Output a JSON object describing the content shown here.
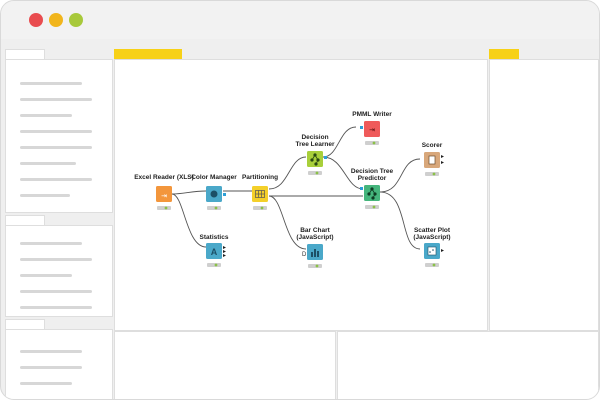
{
  "window": {
    "controls": [
      "close",
      "minimize",
      "maximize"
    ],
    "colors": {
      "close": "#e94c4f",
      "minimize": "#f1b51c",
      "maximize": "#a8c93b",
      "tab_active": "#f7d117"
    }
  },
  "workflow": {
    "nodes": [
      {
        "id": "excel",
        "label_lines": [
          "Excel Reader (XLS)"
        ],
        "color": "#f3963c",
        "icon": "excel-reader-icon"
      },
      {
        "id": "color",
        "label_lines": [
          "Color Manager"
        ],
        "color": "#4aa8c9",
        "icon": "color-manager-icon"
      },
      {
        "id": "part",
        "label_lines": [
          "Partitioning"
        ],
        "color": "#f4d02a",
        "icon": "partitioning-icon"
      },
      {
        "id": "stats",
        "label_lines": [
          "Statistics"
        ],
        "color": "#4aa8c9",
        "icon": "statistics-icon"
      },
      {
        "id": "learner",
        "label_lines": [
          "Decision",
          "Tree Learner"
        ],
        "color": "#a8cf3a",
        "icon": "decision-tree-learner-icon"
      },
      {
        "id": "pmml",
        "label_lines": [
          "PMML Writer"
        ],
        "color": "#ef5a5a",
        "icon": "pmml-writer-icon"
      },
      {
        "id": "predictor",
        "label_lines": [
          "Decision Tree",
          "Predictor"
        ],
        "color": "#45b57c",
        "icon": "decision-tree-predictor-icon"
      },
      {
        "id": "bar",
        "label_lines": [
          "Bar Chart",
          "(JavaScript)"
        ],
        "color": "#4aa8c9",
        "icon": "bar-chart-icon"
      },
      {
        "id": "scorer",
        "label_lines": [
          "Scorer"
        ],
        "color": "#d8a77a",
        "icon": "scorer-icon"
      },
      {
        "id": "scatter",
        "label_lines": [
          "Scatter Plot",
          "(JavaScript)"
        ],
        "color": "#4aa8c9",
        "icon": "scatter-plot-icon"
      }
    ]
  }
}
